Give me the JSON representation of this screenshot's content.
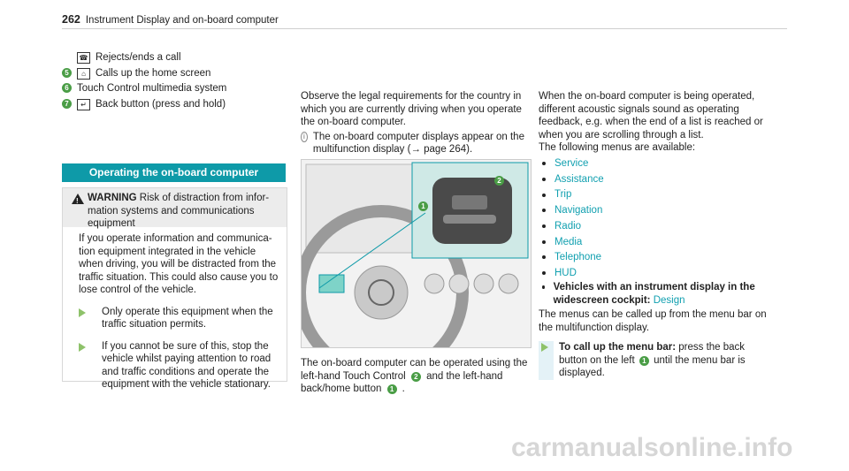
{
  "header": {
    "page_number": "262",
    "title": "Instrument Display and on-board computer"
  },
  "col1": {
    "items": [
      {
        "num": "",
        "icon": "phone-hangup-icon",
        "icon_glyph": "☎",
        "text": "Rejects/ends a call"
      },
      {
        "num": "5",
        "icon": "home-icon",
        "icon_glyph": "⌂",
        "text": "Calls up the home screen"
      },
      {
        "num": "6",
        "icon": "",
        "icon_glyph": "",
        "text": "Touch Control multimedia system"
      },
      {
        "num": "7",
        "icon": "back-icon",
        "icon_glyph": "↵",
        "text": "Back button (press and hold)"
      }
    ],
    "section_title": "Operating the on-board computer",
    "warning": {
      "label": "WARNING",
      "head": "Risk of distraction from infor-mation systems and communications equipment",
      "body": "If you operate information and communica-tion equipment integrated in the vehicle when driving, you will be distracted from the traffic situation. This could also cause you to lose control of the vehicle.",
      "steps": [
        "Only operate this equipment when the traffic situation permits.",
        "If you cannot be sure of this, stop the vehicle whilst paying attention to road and traffic conditions and operate the equipment with the vehicle stationary."
      ]
    }
  },
  "col2": {
    "intro": "Observe the legal requirements for the country in which you are currently driving when you operate the on-board computer.",
    "note": "The on-board computer displays appear on the multifunction display (→ page 264).",
    "figure": {
      "callout_1": "1",
      "callout_2": "2"
    },
    "after": "The on-board computer can be operated using the left-hand Touch Control",
    "after_num": "2",
    "after2": "and the left-hand back/home button",
    "after_num2": "1"
  },
  "col3": {
    "intro": "When the on-board computer is being operated, different acoustic signals sound as operating feedback, e.g. when the end of a list is reached or when you are scrolling through a list.",
    "menus_lead": "The following menus are available:",
    "menus": [
      "Service",
      "Assistance",
      "Trip",
      "Navigation",
      "Radio",
      "Media",
      "Telephone",
      "HUD"
    ],
    "vehicles_line": "Vehicles with an instrument display in the widescreen cockpit:",
    "design": "Design",
    "menu_bar": "The menus can be called up from the menu bar on the multifunction display.",
    "howto_label": "To call up the menu bar:",
    "howto_text": "press the back button on the left",
    "howto_num": "1",
    "howto_text2": "until the menu bar is displayed."
  },
  "watermark": "carmanualsonline.info",
  "colors": {
    "accent": "#0e9aa8",
    "callout": "#4a9d46",
    "link": "#12a0b0"
  }
}
